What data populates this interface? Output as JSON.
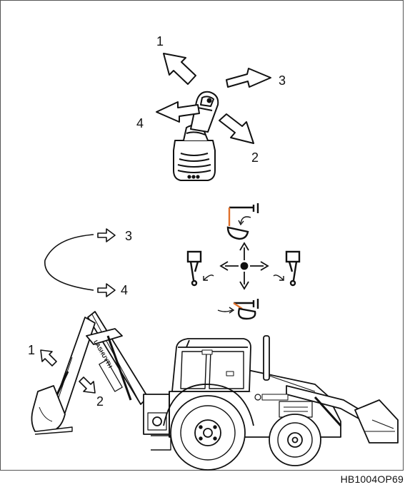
{
  "joystick": {
    "label_1": "1",
    "label_2": "2",
    "label_3": "3",
    "label_4": "4"
  },
  "schematic": {
    "label_3": "3",
    "label_4": "4"
  },
  "machine": {
    "label_1": "1",
    "label_2": "2",
    "decal": "LASHUYTH"
  },
  "figure_code": "HB1004OP69",
  "colors": {
    "line": "#111111",
    "accent": "#e0702a",
    "frame": "#555555"
  },
  "icons": [
    "joystick-icon",
    "arrow-icon",
    "bucket-icon",
    "backhoe-loader-icon"
  ]
}
